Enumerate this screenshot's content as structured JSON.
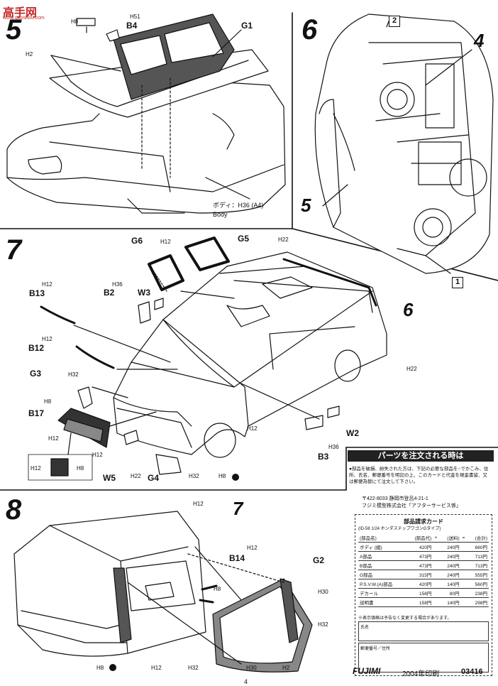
{
  "watermark": {
    "cn": "高手网",
    "url": "www.gaoshou.com"
  },
  "steps": {
    "s5": "5",
    "s6": "6",
    "s7": "7",
    "s8": "8"
  },
  "refs": {
    "r4": "4",
    "r5": "5",
    "r6": "6",
    "r7": "7",
    "box1": "1",
    "box2": "2"
  },
  "parts": {
    "B4": "B4",
    "G1": "G1",
    "G5": "G5",
    "G6": "G6",
    "B2": "B2",
    "W3": "W3",
    "B13": "B13",
    "B12": "B12",
    "G3": "G3",
    "B17": "B17",
    "W5": "W5",
    "G4": "G4",
    "B3": "B3",
    "W2": "W2",
    "B14": "B14",
    "G2": "G2"
  },
  "paint_codes": {
    "h8": "H8",
    "h51": "H51",
    "h2": "H2",
    "h12": "H12",
    "h22": "H22",
    "h36": "H36",
    "h30": "H30",
    "h32": "H32",
    "h36b": "H36"
  },
  "body_note": {
    "jp": "ボディ：H36 (A4)",
    "en": "Body"
  },
  "order": {
    "banner": "パーツを注文される時は",
    "note": "●部品を破損、紛失された方は、下記の必要な部品を○でかこみ、住所、氏名、郵便番号を明記の上、このカードと代金を現金書留、又は郵便為替にて注文して下さい。",
    "addr1": "〒422-8033 静岡市登呂4-21-1",
    "addr2": "フジミ模型株式会社「アフターサービス係」",
    "card_title": "部品請求カード",
    "card_sub": "(ID-58 1/24 ホンダステップワゴンGタイプ)",
    "head": [
      "(部品名)",
      "(部品代)",
      "+",
      "(送料)",
      "=",
      "(合計)"
    ],
    "rows": [
      [
        "ボディ (組)",
        "420円",
        "240円",
        "660円"
      ],
      [
        "A部品",
        "473円",
        "240円",
        "713円"
      ],
      [
        "B部品",
        "473円",
        "240円",
        "713円"
      ],
      [
        "G部品",
        "315円",
        "240円",
        "555円"
      ],
      [
        "P.S.V.W.(A)部品",
        "420円",
        "140円",
        "560円"
      ],
      [
        "デカール",
        "158円",
        "80円",
        "238円"
      ],
      [
        "説明書",
        "158円",
        "140円",
        "298円"
      ]
    ],
    "cnote": "※表示価格は予告なく変更する場合があります。",
    "name_label": "氏名",
    "addr_label": "郵便番号／住所"
  },
  "footer": {
    "brand": "FUJIMI",
    "year": "2004年印刷",
    "code": "03416",
    "page": "4"
  }
}
